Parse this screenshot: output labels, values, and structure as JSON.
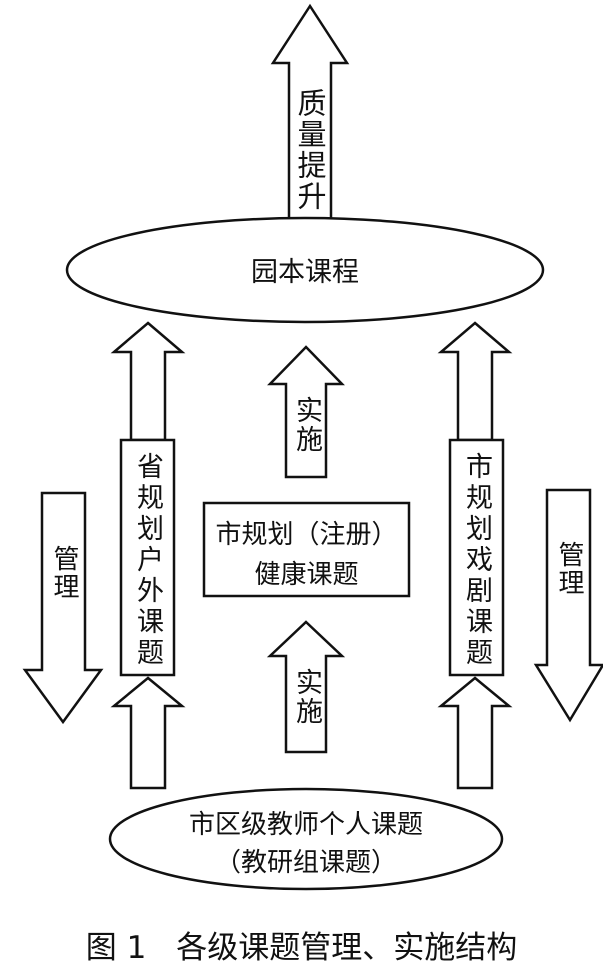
{
  "nodes": {
    "quality": "质量提升",
    "garden": "园本课程",
    "implement_top": "实施",
    "implement_bottom": "实施",
    "province": "省规划户外课题",
    "city_drama": "市规划戏剧课题",
    "health_line1": "市规划（注册）",
    "health_line2": "健康课题",
    "manage_left": "管理",
    "manage_right": "管理",
    "base_line1": "市区级教师个人课题",
    "base_line2": "（教研组课题）"
  },
  "caption": {
    "figure_no": "图 1",
    "title": "各级课题管理、实施结构"
  }
}
